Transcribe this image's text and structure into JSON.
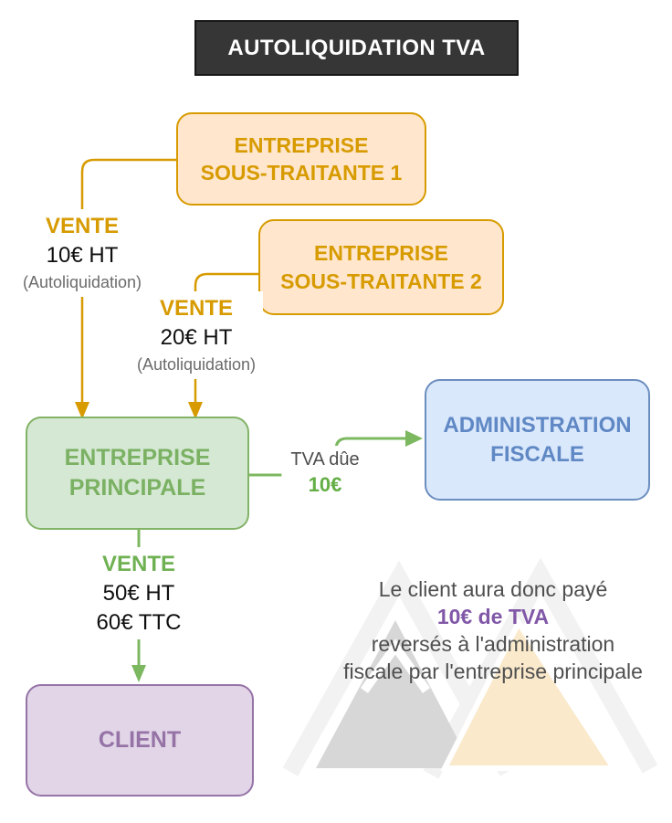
{
  "title": {
    "label": "AUTOLIQUIDATION TVA"
  },
  "nodes": {
    "subcontractor1": {
      "line1": "ENTREPRISE",
      "line2": "SOUS-TRAITANTE 1"
    },
    "subcontractor2": {
      "line1": "ENTREPRISE",
      "line2": "SOUS-TRAITANTE 2"
    },
    "main_company": {
      "line1": "ENTREPRISE",
      "line2": "PRINCIPALE"
    },
    "tax_admin": {
      "line1": "ADMINISTRATION",
      "line2": "FISCALE"
    },
    "client": {
      "label": "CLIENT"
    }
  },
  "edges": {
    "sale1": {
      "label": "VENTE",
      "amount": "10€ HT",
      "note": "(Autoliquidation)"
    },
    "sale2": {
      "label": "VENTE",
      "amount": "20€ HT",
      "note": "(Autoliquidation)"
    },
    "sale_to_client": {
      "label": "VENTE",
      "amount_ht": "50€ HT",
      "amount_ttc": "60€ TTC"
    },
    "vat_due": {
      "label": "TVA dûe",
      "amount": "10€"
    }
  },
  "explanation": {
    "line1": "Le client aura donc payé",
    "line2": "10€ de TVA",
    "line3": "reversés à l'administration",
    "line4": "fiscale par l'entreprise principale"
  },
  "colors": {
    "title_bg": "#363636",
    "orange_stroke": "#D79B00",
    "orange_fill": "#FFE6CC",
    "green_stroke": "#82B366",
    "green_fill": "#D5E8D4",
    "green_arrow": "#6FB152",
    "blue_stroke": "#6C8EBF",
    "blue_fill": "#DAE8FC",
    "purple_stroke": "#9673A6",
    "purple_fill": "#E1D5E7",
    "purple_text": "#8158A8",
    "gray_text": "#4f4f4f",
    "watermark_gray": "#D7D7D7",
    "watermark_cream": "#FAE9CB",
    "watermark_outline": "#F2F2F2"
  }
}
